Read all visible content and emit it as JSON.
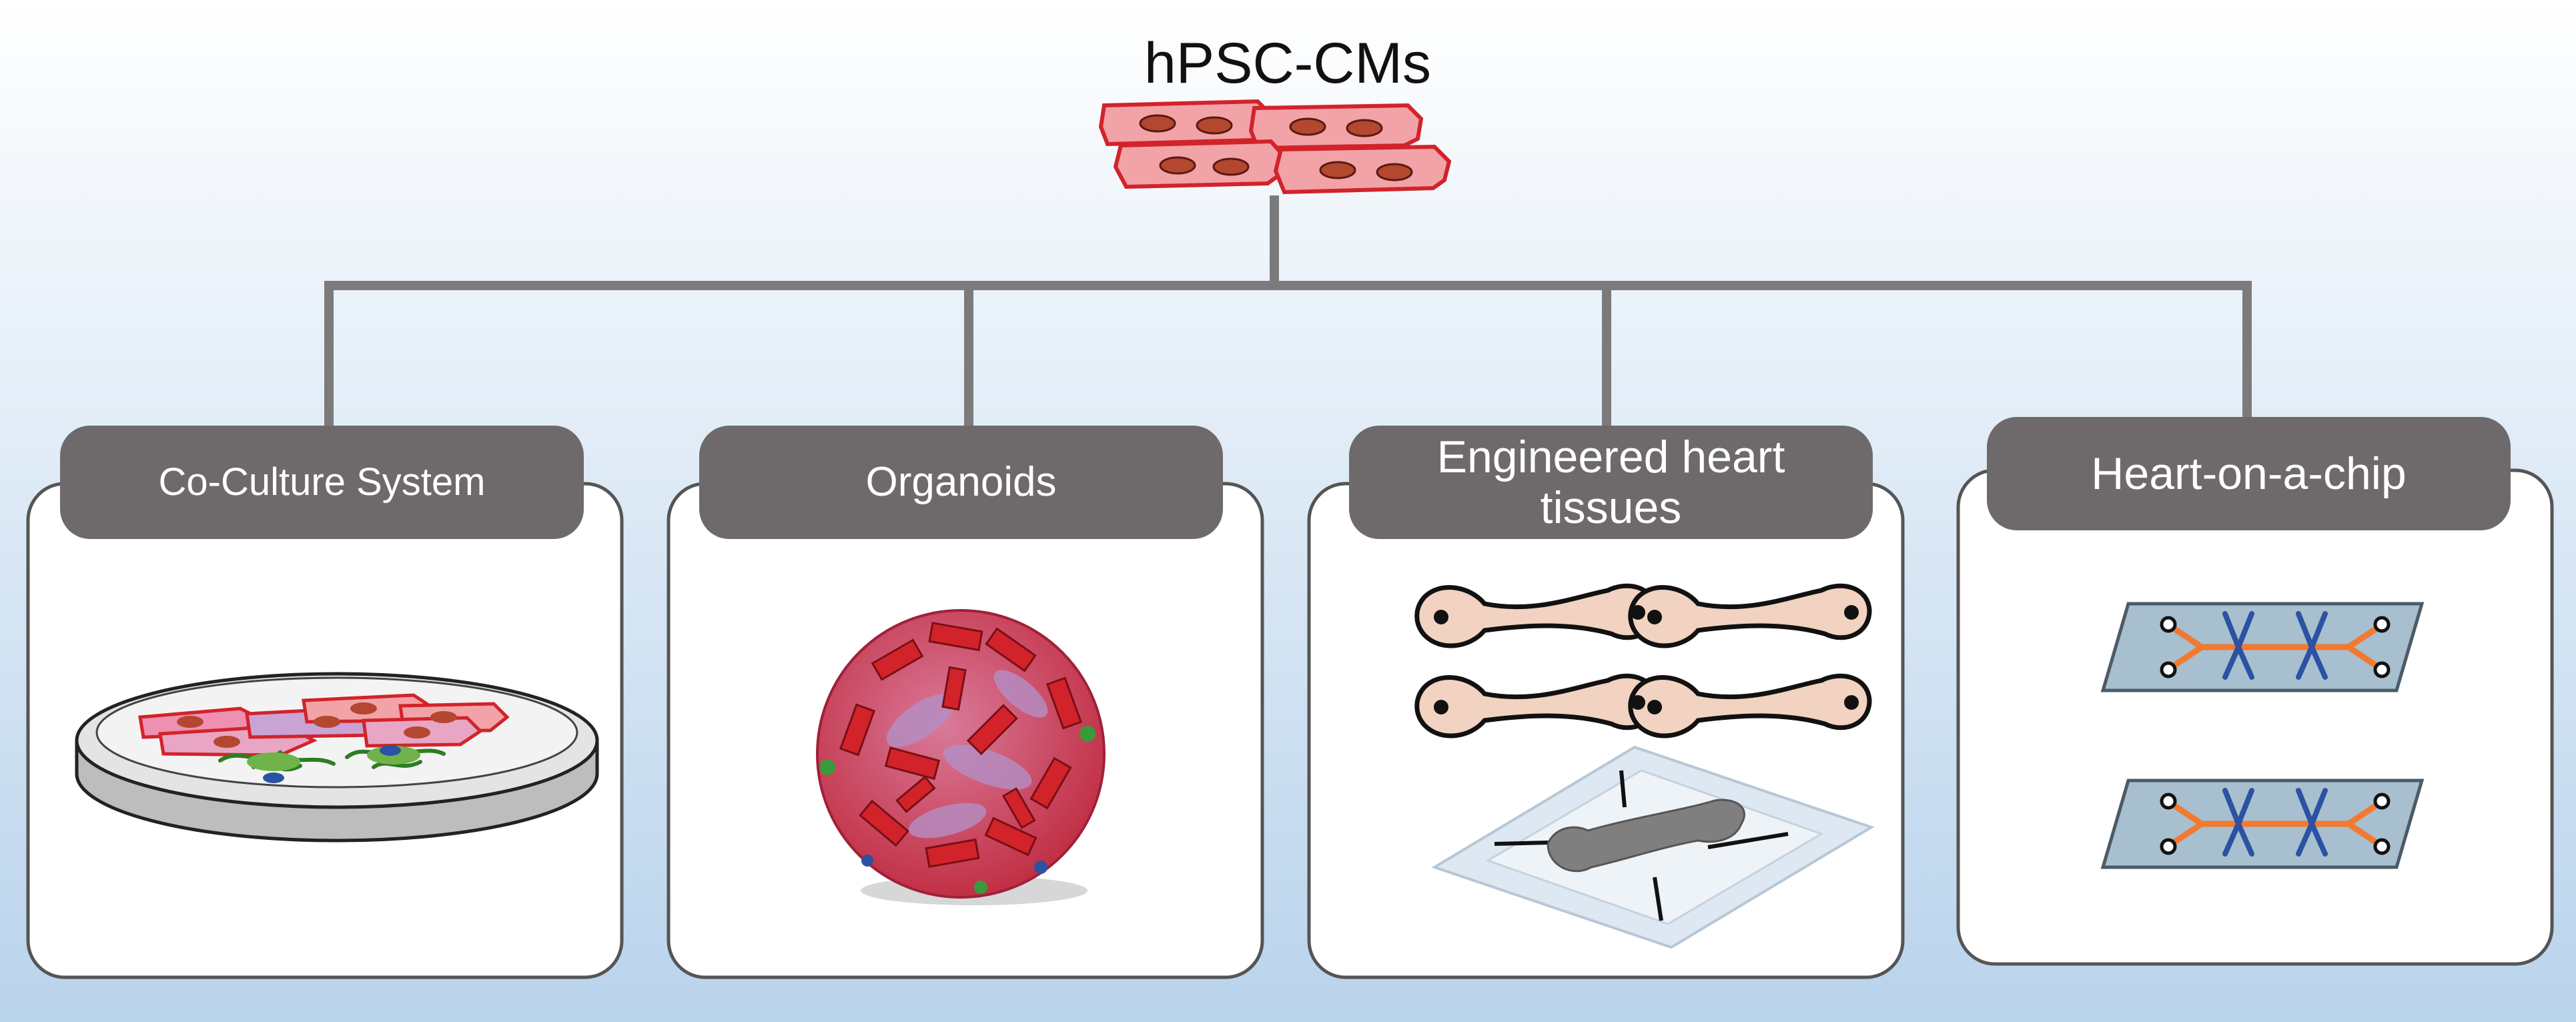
{
  "title": "hPSC-CMs",
  "panels": [
    {
      "label": "Co-Culture System"
    },
    {
      "label": "Organoids"
    },
    {
      "label": "Engineered heart tissues"
    },
    {
      "label": "Heart-on-a-chip"
    }
  ],
  "colors": {
    "background_top": "#ffffff",
    "background_bottom": "#b9d3ec",
    "header_fill": "#6e6a6b",
    "connector": "#7b7b7b",
    "cell_fill": "#f2a3a8",
    "cell_stroke": "#d2232a",
    "nucleus": "#b3472f",
    "tissue_fill": "#f2d2c0",
    "chip_fill": "#a8bfcf",
    "chip_channel": "#f07a32",
    "chip_electrode": "#2b52a3"
  }
}
